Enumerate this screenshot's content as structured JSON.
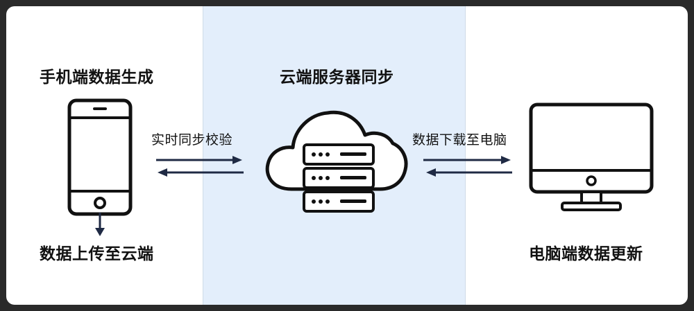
{
  "diagram": {
    "left": {
      "title": "手机端数据生成",
      "bottom_label": "数据上传至云端",
      "icon": "smartphone-icon"
    },
    "middle": {
      "title": "云端服务器同步",
      "icon": "cloud-server-icon"
    },
    "right": {
      "bottom_label": "电脑端数据更新",
      "icon": "monitor-icon"
    },
    "link_left": {
      "label": "实时同步校验",
      "direction": "bidirectional"
    },
    "link_right": {
      "label": "数据下载至电脑",
      "direction": "bidirectional"
    },
    "colors": {
      "middle_band": "#e3eefb",
      "arrow": "#1f2a44",
      "icon_stroke": "#111111"
    }
  }
}
